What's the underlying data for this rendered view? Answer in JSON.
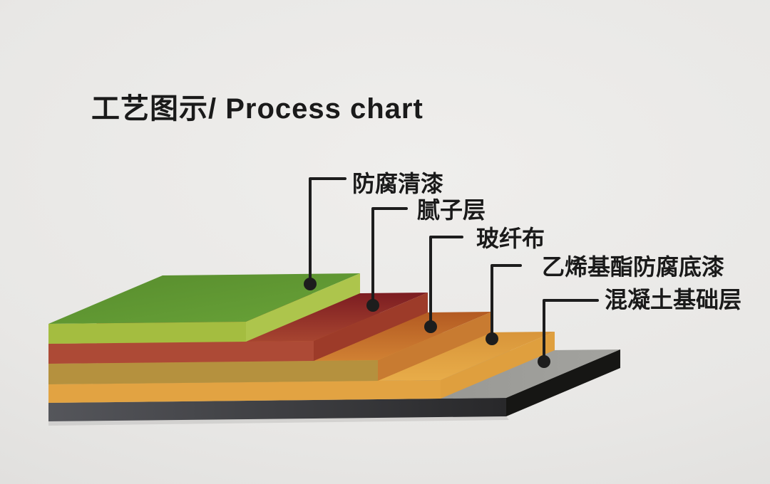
{
  "title": "工艺图示/ Process chart",
  "layers": [
    {
      "label": "防腐清漆"
    },
    {
      "label": "腻子层"
    },
    {
      "label": "玻纤布"
    },
    {
      "label": "乙烯基酯防腐底漆"
    },
    {
      "label": "混凝土基础层"
    }
  ],
  "colors": {
    "background": "#e9e8e6",
    "leader": "#1d1d1d",
    "text": "#1a1a1a",
    "green_top_a": "#578c2d",
    "green_top_b": "#69a338",
    "green_front": "#a4bd40",
    "green_cut": "#adc54c",
    "red_top_a": "#7c1c21",
    "red_top_b": "#a94731",
    "red_front": "#ad4a36",
    "red_cut": "#9d3b29",
    "fiber_top_a": "#b35a22",
    "fiber_top_b": "#d28334",
    "fiber_front": "#b5913e",
    "fiber_cut": "#c87b31",
    "primer_top_a": "#d8953a",
    "primer_top_b": "#e9ae4a",
    "primer_front": "#e2a342",
    "primer_cut": "#df9f3e",
    "concrete_top_a": "#82827e",
    "concrete_top_b": "#a3a39f",
    "concrete_front_a": "#55565b",
    "concrete_front_b": "#28282a",
    "concrete_right": "#161614"
  }
}
